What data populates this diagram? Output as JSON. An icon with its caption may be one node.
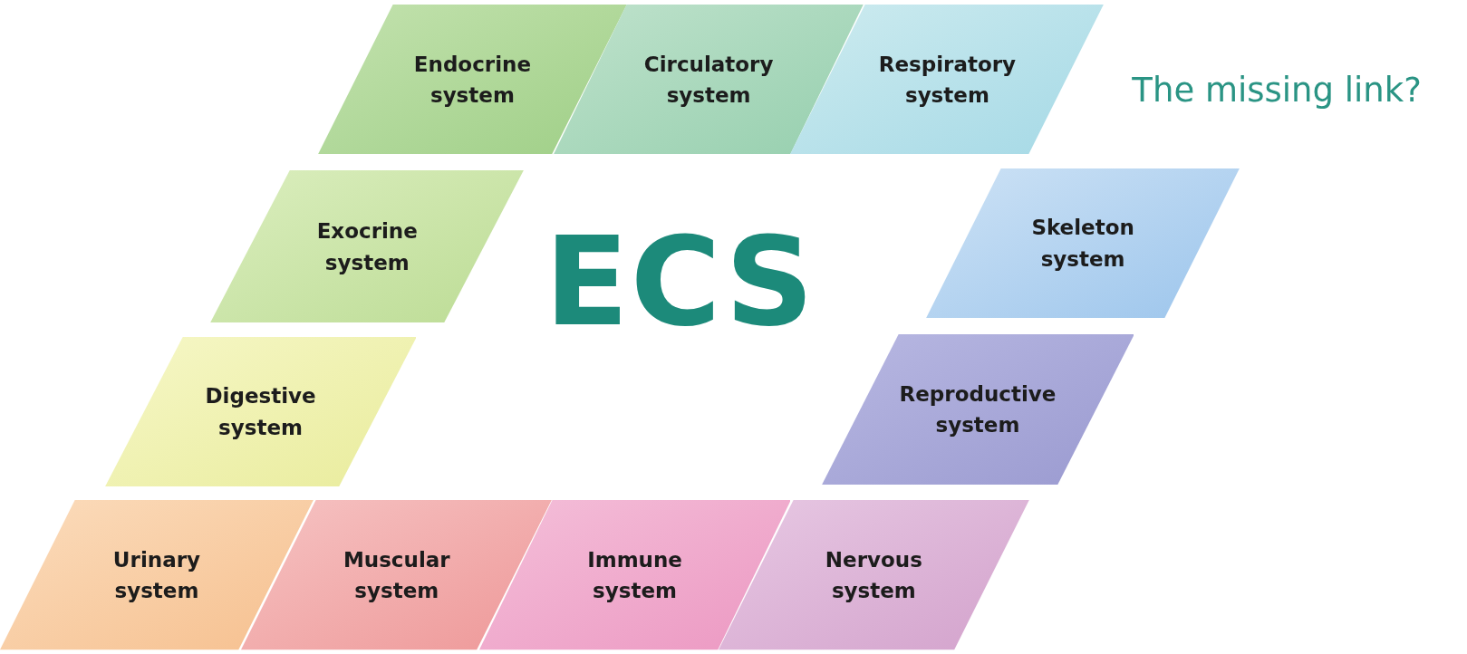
{
  "diagram": {
    "title": "The missing link?",
    "nodes": [
      {
        "text": [
          "Endocrine system"
        ]
      },
      {
        "text": [
          "Circulatory system"
        ]
      },
      {
        "text": [
          "Respiratory system"
        ]
      },
      {
        "text": [
          "Exocrine system"
        ]
      },
      {
        "text": [
          "Skeleton system"
        ]
      },
      {
        "text": [
          "Digestive system"
        ]
      },
      {
        "text": [
          "Reproductive system"
        ]
      },
      {
        "text": [
          "Urinary system"
        ]
      },
      {
        "text": [
          "Muscular system"
        ]
      },
      {
        "text": [
          "Immune system"
        ]
      },
      {
        "text": [
          "Nervous system"
        ]
      }
    ],
    "labels": [
      "ECS"
    ]
  }
}
